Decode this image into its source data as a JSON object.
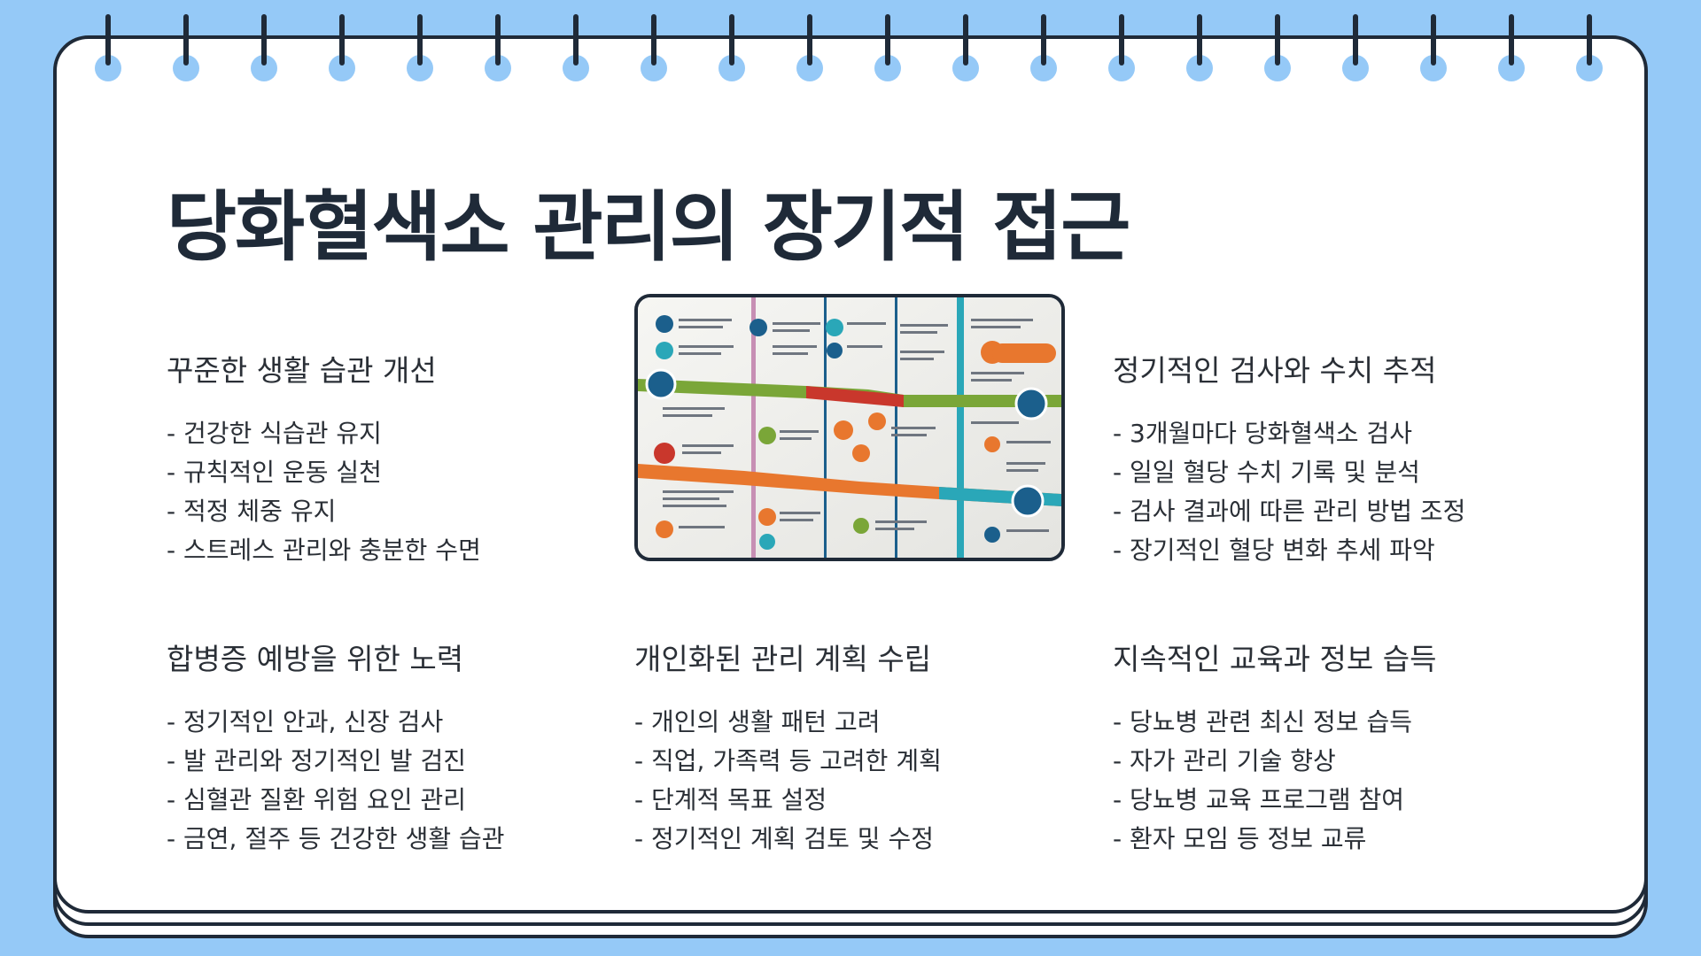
{
  "title": "당화혈색소 관리의 장기적 접근",
  "sections": [
    {
      "heading": "꾸준한 생활 습관 개선",
      "items": [
        "- 건강한 식습관 유지",
        "- 규칙적인 운동 실천",
        "- 적정 체중 유지",
        "- 스트레스 관리와 충분한 수면"
      ]
    },
    {
      "heading": "정기적인 검사와 수치 추적",
      "items": [
        "- 3개월마다 당화혈색소 검사",
        "- 일일 혈당 수치 기록 및 분석",
        "- 검사 결과에 따른 관리 방법 조정",
        "- 장기적인 혈당 변화 추세 파악"
      ]
    },
    {
      "heading": "합병증 예방을 위한 노력",
      "items": [
        "- 정기적인 안과, 신장 검사",
        "- 발 관리와 정기적인 발 검진",
        "- 심혈관 질환 위험 요인 관리",
        "- 금연, 절주 등 건강한 생활 습관"
      ]
    },
    {
      "heading": "개인화된 관리 계획 수립",
      "items": [
        "- 개인의 생활 패턴 고려",
        "- 직업, 가족력 등 고려한 계획",
        "- 단계적 목표 설정",
        "- 정기적인 계획 검토 및 수정"
      ]
    },
    {
      "heading": "지속적인 교육과 정보 습득",
      "items": [
        "- 당뇨병 관련 최신 정보 습득",
        "- 자가 관리 기술 향상",
        "- 당뇨병 교육 프로그램 참여",
        "- 환자 모임 등 정보 교류"
      ]
    }
  ],
  "colors": {
    "background": "#95c9f7",
    "page": "#ffffff",
    "ink": "#1f2a38",
    "text": "#2a2f36",
    "infographic_accents": [
      "#1b5f8c",
      "#e8772e",
      "#c9372c",
      "#7aa638",
      "#2aa7b8"
    ]
  }
}
